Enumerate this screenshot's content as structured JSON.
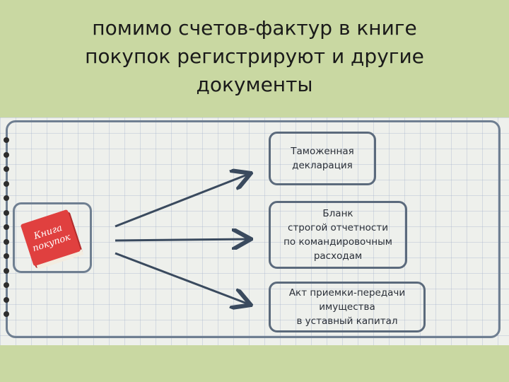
{
  "title_lines": [
    "помимо счетов-фактур в книге",
    "покупок регистрируют и другие",
    "документы"
  ],
  "book": {
    "label_line1": "Книга",
    "label_line2": "покупок",
    "cover_color": "#e0403f"
  },
  "boxes": [
    {
      "text": "Таможенная\nдекларация"
    },
    {
      "text": "Бланк\nстрогой отчетности\nпо командировочным\nрасходам"
    },
    {
      "text": "Акт приемки-передачи\nимущества\nв уставный капитал"
    }
  ],
  "colors": {
    "background": "#c9d8a2",
    "frame": "#6f7f91",
    "arrow": "#3a4a5e"
  }
}
